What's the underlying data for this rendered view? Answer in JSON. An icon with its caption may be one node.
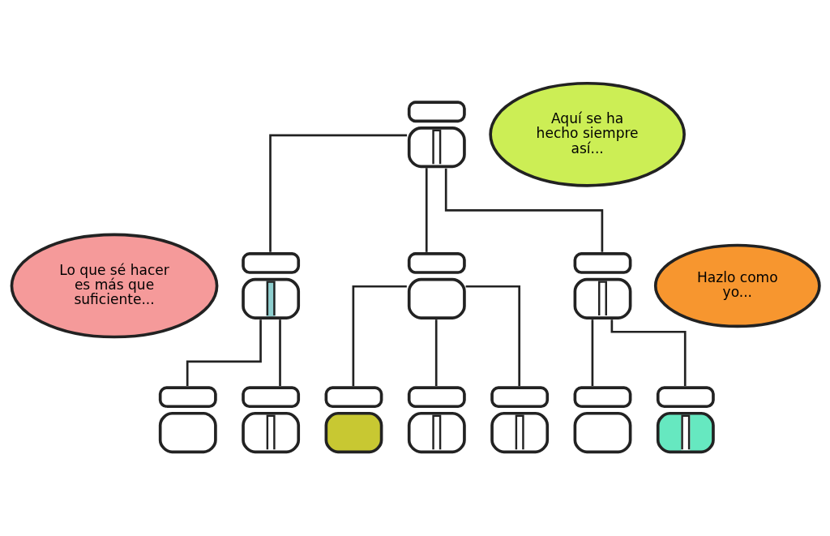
{
  "diagram": {
    "nodes": [
      {
        "text": [],
        "shape": "person"
      },
      {
        "text": [
          "Aquí se ha hecho siempre así..."
        ]
      },
      {
        "text": [
          "Hazlo como yo..."
        ]
      },
      {
        "text": [
          "Lo que sé hacer es más que suficiente..."
        ]
      },
      {
        "text": [],
        "shape": "person"
      },
      {
        "text": [],
        "shape": "person"
      },
      {
        "text": [],
        "shape": "person"
      },
      {
        "text": [],
        "shape": "person"
      },
      {
        "text": [],
        "shape": "person"
      },
      {
        "text": [],
        "shape": "person"
      },
      {
        "text": [],
        "shape": "person"
      },
      {
        "text": [],
        "shape": "person"
      },
      {
        "text": [],
        "shape": "person"
      },
      {
        "text": [],
        "shape": "person"
      }
    ],
    "edges": [
      {
        "from": 0,
        "to": 4,
        "arrow": "none"
      },
      {
        "from": 0,
        "to": 5,
        "arrow": "none"
      },
      {
        "from": 0,
        "to": 6,
        "arrow": "none"
      },
      {
        "from": 4,
        "to": 7,
        "arrow": "none"
      },
      {
        "from": 4,
        "to": 8,
        "arrow": "none"
      },
      {
        "from": 5,
        "to": 9,
        "arrow": "none"
      },
      {
        "from": 5,
        "to": 10,
        "arrow": "none"
      },
      {
        "from": 5,
        "to": 11,
        "arrow": "none"
      },
      {
        "from": 6,
        "to": 12,
        "arrow": "none"
      },
      {
        "from": 6,
        "to": 13,
        "arrow": "none"
      }
    ]
  }
}
